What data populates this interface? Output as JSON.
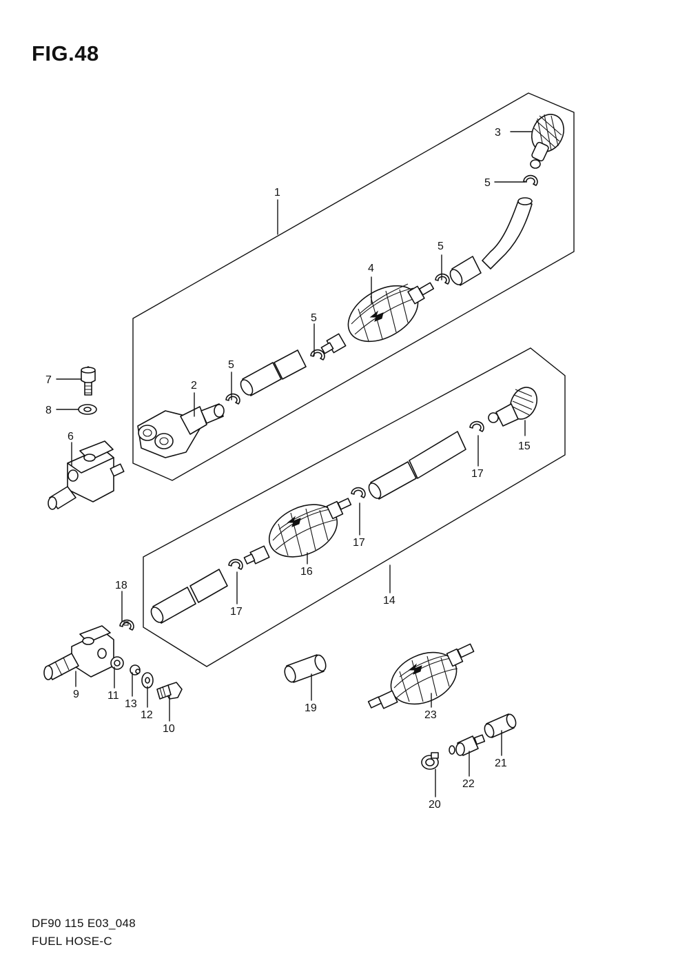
{
  "figure": {
    "title": "FIG.48"
  },
  "callouts": {
    "c1": "1",
    "c2": "2",
    "c3": "3",
    "c4": "4",
    "c5a": "5",
    "c5b": "5",
    "c5c": "5",
    "c5d": "5",
    "c6": "6",
    "c7": "7",
    "c8": "8",
    "c9": "9",
    "c10": "10",
    "c11": "11",
    "c12": "12",
    "c13": "13",
    "c14": "14",
    "c15": "15",
    "c16": "16",
    "c17a": "17",
    "c17b": "17",
    "c17c": "17",
    "c18": "18",
    "c19": "19",
    "c20": "20",
    "c21": "21",
    "c22": "22",
    "c23": "23"
  },
  "footer": {
    "code": "DF90 115 E03_048",
    "name": "FUEL HOSE-C"
  }
}
